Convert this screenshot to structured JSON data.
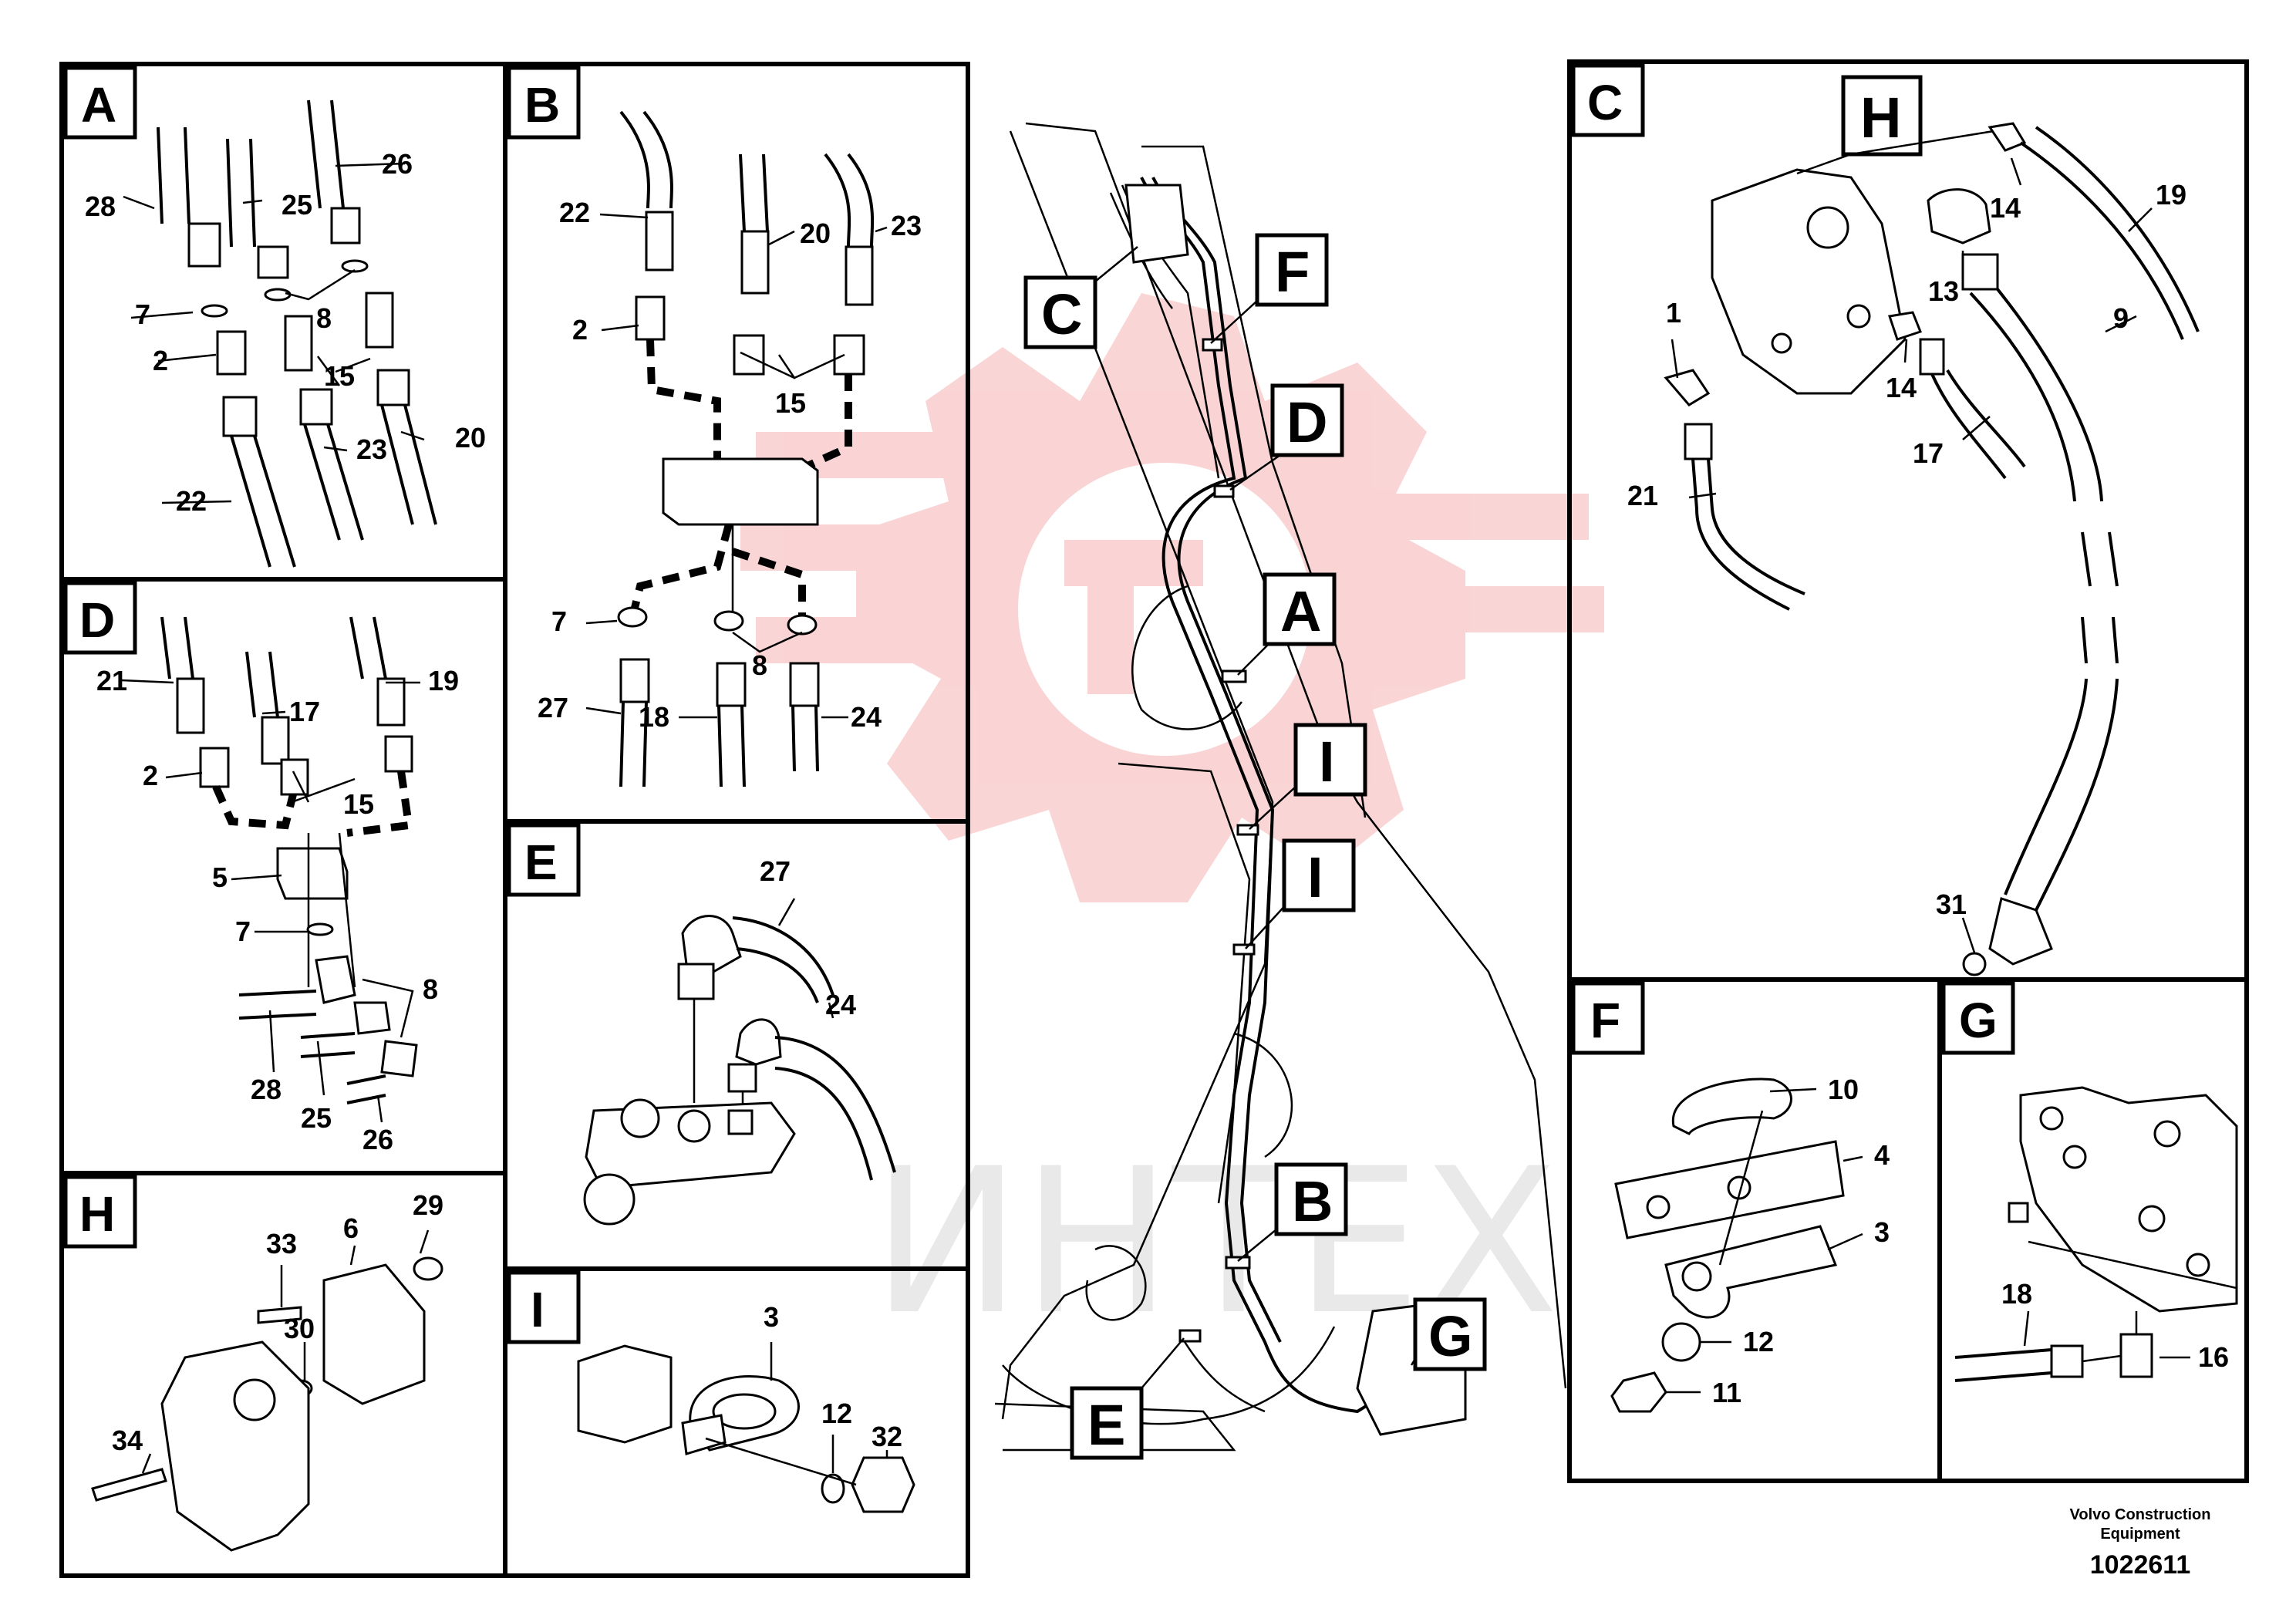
{
  "panels": {
    "A": {
      "label": "A",
      "numbers": [
        "28",
        "25",
        "26",
        "7",
        "8",
        "2",
        "15",
        "23",
        "20",
        "22"
      ]
    },
    "B": {
      "label": "B",
      "numbers": [
        "22",
        "20",
        "23",
        "2",
        "15",
        "7",
        "8",
        "27",
        "18",
        "24"
      ]
    },
    "C": {
      "label": "C",
      "numbers": [
        "14",
        "19",
        "13",
        "1",
        "9",
        "14",
        "17",
        "21",
        "31"
      ]
    },
    "D": {
      "label": "D",
      "numbers": [
        "21",
        "17",
        "19",
        "2",
        "15",
        "5",
        "7",
        "8",
        "28",
        "25",
        "26"
      ]
    },
    "E": {
      "label": "E",
      "numbers": [
        "27",
        "24"
      ]
    },
    "F": {
      "label": "F",
      "numbers": [
        "10",
        "4",
        "3",
        "12",
        "11"
      ]
    },
    "G": {
      "label": "G",
      "numbers": [
        "18",
        "16"
      ]
    },
    "H": {
      "label": "H",
      "numbers": [
        "6",
        "29",
        "33",
        "30",
        "34"
      ]
    },
    "I": {
      "label": "I",
      "numbers": [
        "3",
        "12",
        "32"
      ]
    }
  },
  "callouts": {
    "C": "C",
    "F": "F",
    "D": "D",
    "A": "A",
    "I1": "I",
    "I2": "I",
    "B": "B",
    "G": "G",
    "E": "E",
    "H": "H"
  },
  "watermark": "ИНТЕХ",
  "footer": {
    "company_line1": "Volvo Construction",
    "company_line2": "Equipment",
    "drawing_number": "1022611"
  },
  "colors": {
    "watermark_red": "#f6b2b2",
    "ink": "#000000"
  }
}
